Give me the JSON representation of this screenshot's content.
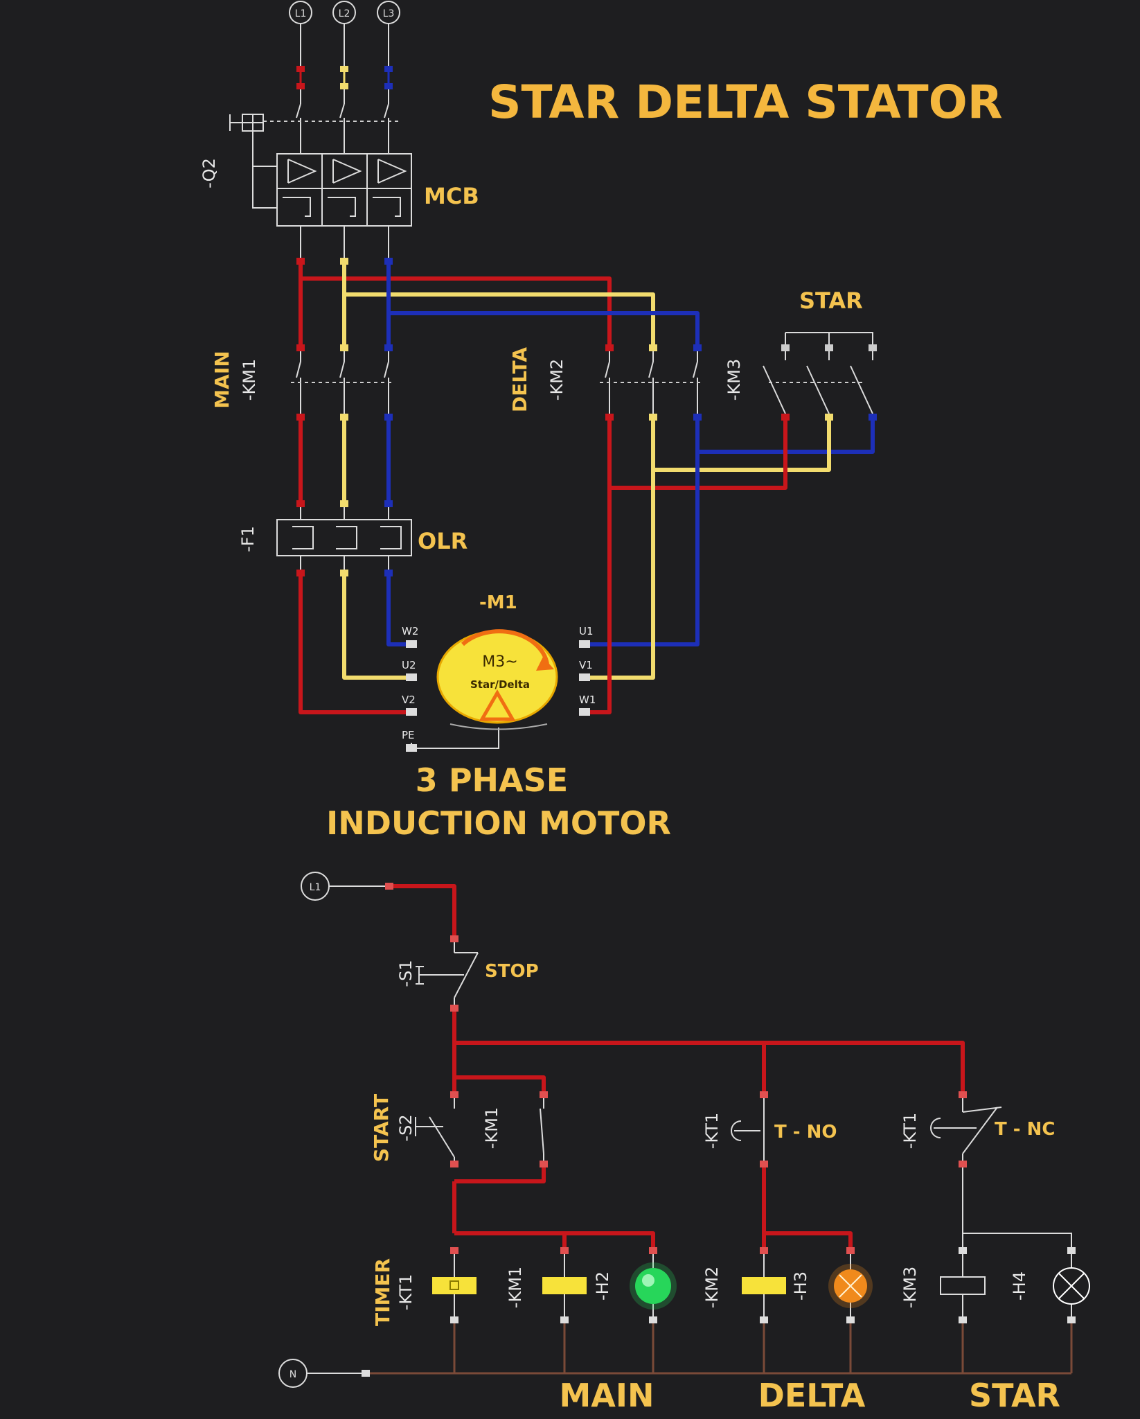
{
  "title": "STAR DELTA STATOR",
  "power": {
    "lines": [
      "L1",
      "L2",
      "L3"
    ],
    "mcb": {
      "tag": "-Q2",
      "label": "MCB"
    },
    "km1": {
      "tag": "-KM1",
      "label": "MAIN"
    },
    "km2": {
      "tag": "-KM2",
      "label": "DELTA"
    },
    "km3": {
      "tag": "-KM3",
      "label": "STAR"
    },
    "olr": {
      "tag": "-F1",
      "label": "OLR"
    },
    "motor": {
      "tag": "-M1",
      "text_top": "M3~",
      "text_mid": "Star/Delta",
      "terminals": {
        "w2": "W2",
        "u2": "U2",
        "v2": "V2",
        "pe": "PE",
        "u1": "U1",
        "v1": "V1",
        "w1": "W1"
      }
    },
    "motor_caption_1": "3 PHASE",
    "motor_caption_2": "INDUCTION MOTOR"
  },
  "control": {
    "supply": "L1",
    "neutral": "N",
    "stop": {
      "tag": "-S1",
      "label": "STOP"
    },
    "start": {
      "tag": "-S2",
      "label": "START"
    },
    "km1_hold": "-KM1",
    "t_no": {
      "tag": "-KT1",
      "label": "T - NO"
    },
    "t_nc": {
      "tag": "-KT1",
      "label": "T - NC"
    },
    "timer": {
      "tag": "-KT1",
      "label": "TIMER"
    },
    "coils": {
      "km1": "-KM1",
      "km2": "-KM2",
      "km3": "-KM3"
    },
    "lamps": {
      "h2": "-H2",
      "h3": "-H3",
      "h4": "-H4"
    },
    "lamp_colors": {
      "h2": "#27d65a",
      "h3": "#f08a1c",
      "h4": "#ffffff"
    },
    "bottom_labels": {
      "main": "MAIN",
      "delta": "DELTA",
      "star": "STAR"
    }
  }
}
